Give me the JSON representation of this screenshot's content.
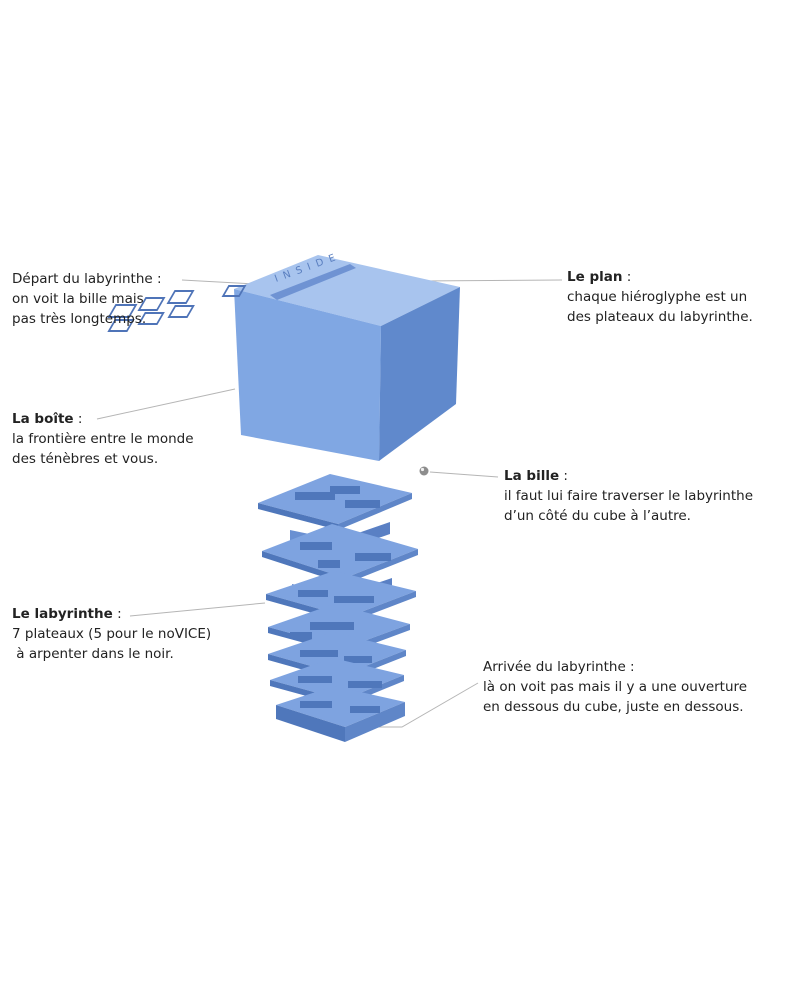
{
  "labels": {
    "depart": {
      "line1": "Départ du labyrinthe :",
      "line2": "on voit la bille mais",
      "line3": "pas très longtemps."
    },
    "plan": {
      "title": "Le plan",
      "suffix": " :",
      "line1": "chaque hiéroglyphe est un",
      "line2": "des plateaux du labyrinthe."
    },
    "boite": {
      "title": "La boîte",
      "suffix": " :",
      "line1": "la frontière entre le monde",
      "line2": "des ténèbres et vous."
    },
    "bille": {
      "title": "La bille",
      "suffix": " :",
      "line1": "il faut lui faire traverser le  labyrinthe",
      "line2": "d’un côté du cube à l’autre."
    },
    "labyrinthe": {
      "title": "Le labyrinthe",
      "suffix": " :",
      "line1": "7 plateaux (5 pour le noVICE)",
      "line2": " à arpenter dans le noir."
    },
    "arrivee": {
      "line1": "Arrivée du labyrinthe :",
      "line2": "là on voit pas mais il y a une ouverture",
      "line3": "en dessous du cube, juste en dessous."
    }
  },
  "cube": {
    "engraving": "INSIDE"
  },
  "colors": {
    "cube_top": "#a8c4ee",
    "cube_front": "#7fa6e2",
    "cube_side": "#5f86c8",
    "plate_top": "#7ea3e0",
    "plate_dark": "#4f77bb",
    "line": "#b5b5b5"
  }
}
